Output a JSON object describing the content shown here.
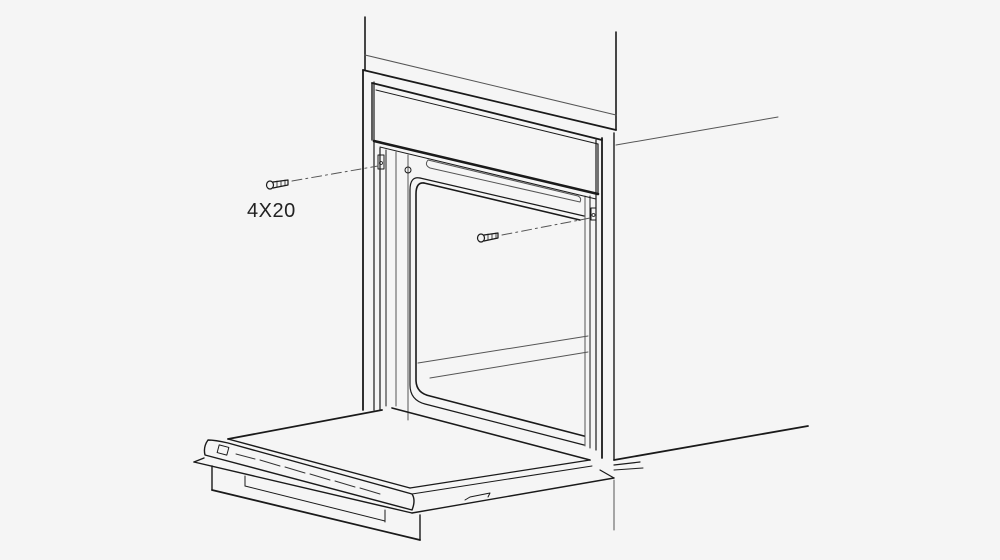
{
  "diagram": {
    "type": "installation-illustration",
    "subject": "built-in oven being secured into cabinet niche with screws",
    "colors": {
      "background": "#f5f5f5",
      "line": "#1a1a1a",
      "thin_line": "#444444",
      "dash_line": "#555555"
    },
    "annotations": [
      {
        "id": "screw-size",
        "text": "4X20"
      }
    ],
    "parts": [
      "cabinet-upper-wall",
      "cabinet-right-side",
      "oven-control-panel",
      "oven-front-frame",
      "oven-cavity",
      "open-oven-door",
      "screw-left",
      "screw-right"
    ]
  }
}
